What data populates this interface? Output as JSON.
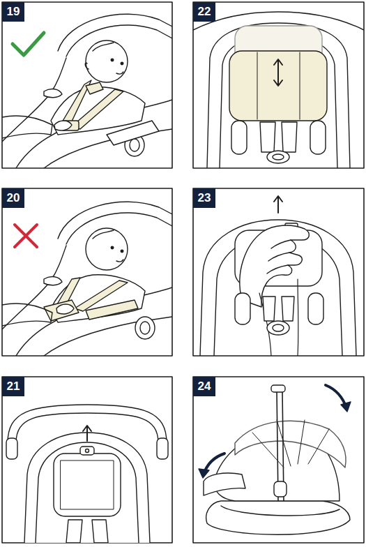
{
  "diagram": {
    "labels": [
      "19",
      "22",
      "20",
      "23",
      "21",
      "24"
    ]
  }
}
